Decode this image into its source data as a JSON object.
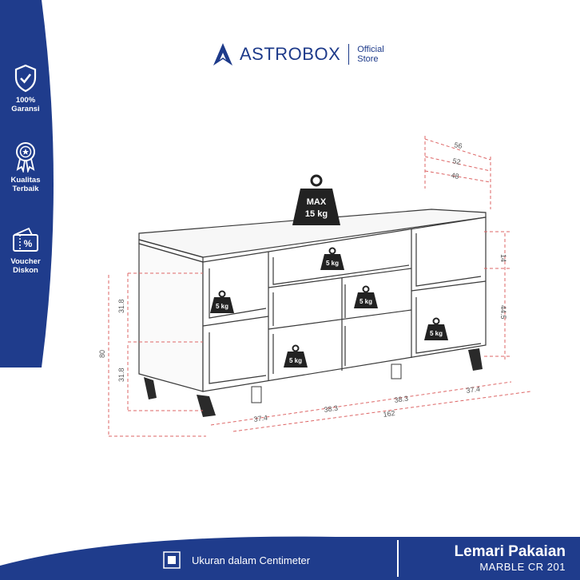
{
  "brand": {
    "name": "ASTROBOX",
    "store": "Official\nStore"
  },
  "sidebar": {
    "items": [
      {
        "label": "100%\nGaransi",
        "icon": "shield-check-icon"
      },
      {
        "label": "Kualitas\nTerbaik",
        "icon": "quality-badge-icon"
      },
      {
        "label": "Voucher\nDiskon",
        "icon": "voucher-icon"
      }
    ]
  },
  "drawing": {
    "max_label": "MAX",
    "max_weight": "15 kg",
    "shelf_weight": "5 kg",
    "dimensions": {
      "depth_56": "56",
      "depth_52": "52",
      "depth_48": "48",
      "height_80": "80",
      "left_top": "31.8",
      "left_bottom": "31.8",
      "right_top": "14",
      "right_mid": "44.5",
      "w_left": "37.4",
      "w_mid1": "38.3",
      "w_mid2": "38.3",
      "w_right": "37.4",
      "w_total": "162"
    }
  },
  "footer": {
    "note": "Ukuran dalam Centimeter",
    "title": "Lemari Pakaian",
    "subtitle": "MARBLE CR 201"
  },
  "colors": {
    "brand": "#1d3a8a",
    "footer": "#1f3c8c"
  }
}
